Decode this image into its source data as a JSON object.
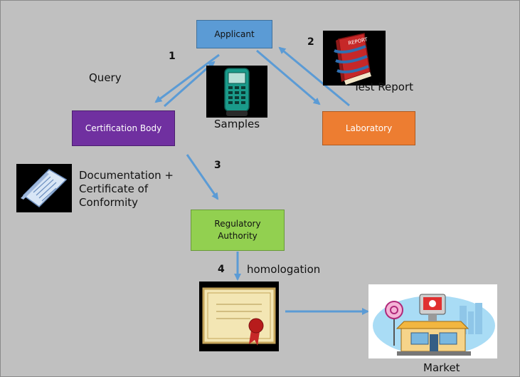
{
  "boxes": {
    "applicant": "Applicant",
    "certification_body": "Certification Body",
    "laboratory": "Laboratory",
    "regulatory_authority_line1": "Regulatory",
    "regulatory_authority_line2": "Authority"
  },
  "steps": {
    "s1": "1",
    "s2": "2",
    "s3": "3",
    "s4": "4"
  },
  "labels": {
    "query": "Query",
    "samples": "Samples",
    "test_report": "Test Report",
    "documentation_line1": "Documentation +",
    "documentation_line2": "Certificate of",
    "documentation_line3": "Conformity",
    "homologation": "homologation",
    "market": "Market",
    "report_book_text": "REPORT"
  },
  "colors": {
    "applicant": "#5b9bd5",
    "certification_body": "#7030a0",
    "laboratory": "#ed7d31",
    "regulatory_authority": "#92d050",
    "arrow": "#5b9bd5"
  }
}
